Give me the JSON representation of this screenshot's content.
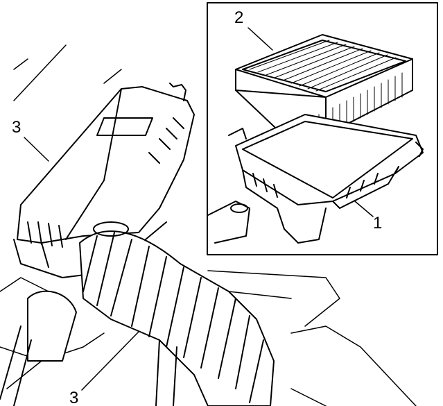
{
  "diagram": {
    "callouts": [
      {
        "id": "label-2",
        "text": "2",
        "part": "air-filter-element"
      },
      {
        "id": "label-1",
        "text": "1",
        "part": "air-filter-housing-lower"
      },
      {
        "id": "label-3-top",
        "text": "3",
        "part": "air-filter-housing-cover"
      },
      {
        "id": "label-3-bottom",
        "text": "3",
        "part": "intake-hose"
      }
    ],
    "colors": {
      "line": "#000000",
      "background": "#ffffff"
    }
  }
}
